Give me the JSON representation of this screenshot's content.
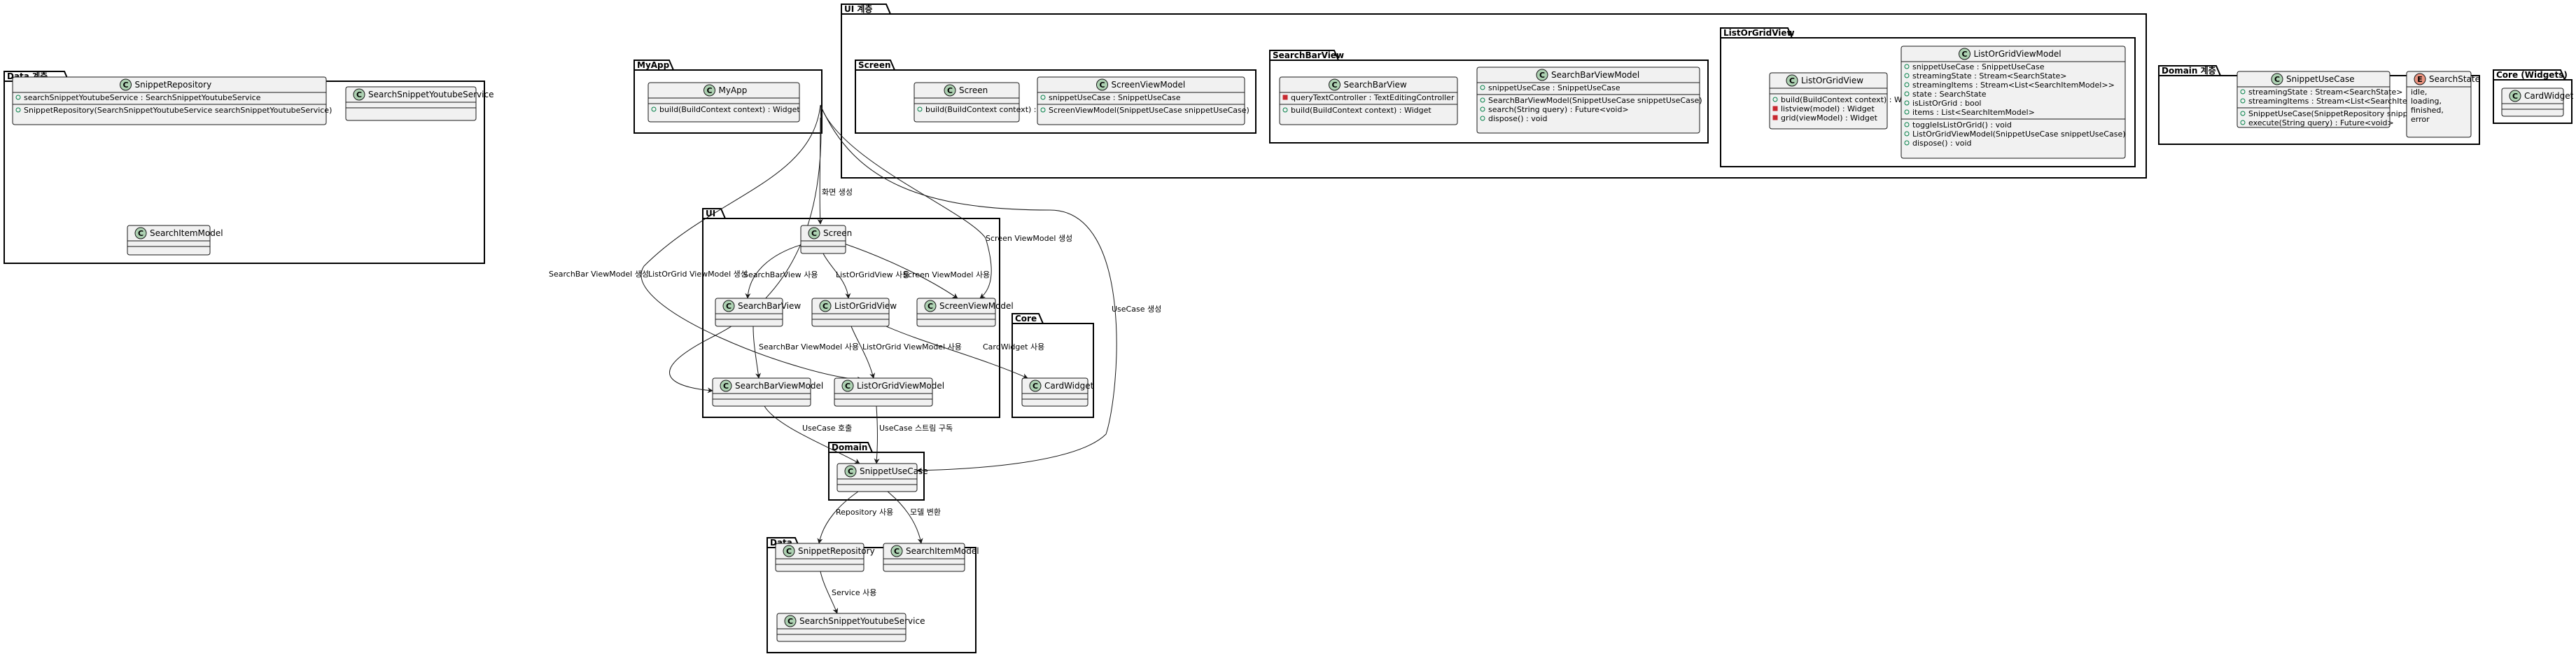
{
  "packages": [
    {
      "id": "data-layer",
      "title": "Data 계층"
    },
    {
      "id": "myapp",
      "title": "MyApp"
    },
    {
      "id": "ui-layer",
      "title": "UI 계층"
    },
    {
      "id": "screen-pkg",
      "title": "Screen"
    },
    {
      "id": "searchbarview-pkg",
      "title": "SearchBarView"
    },
    {
      "id": "listorgridview-pkg",
      "title": "ListOrGridView"
    },
    {
      "id": "domain-layer",
      "title": "Domain 계층"
    },
    {
      "id": "core-widgets",
      "title": "Core (Widgets)"
    },
    {
      "id": "ui",
      "title": "UI"
    },
    {
      "id": "core",
      "title": "Core"
    },
    {
      "id": "domain",
      "title": "Domain"
    },
    {
      "id": "data",
      "title": "Data"
    }
  ],
  "classes": [
    {
      "id": "d-snippetrepository",
      "name": "SnippetRepository",
      "kind": "C",
      "fields": [
        {
          "vis": "public",
          "text": "searchSnippetYoutubeService : SearchSnippetYoutubeService"
        }
      ],
      "methods": [
        {
          "vis": "public",
          "text": "SnippetRepository(SearchSnippetYoutubeService searchSnippetYoutubeService)"
        }
      ]
    },
    {
      "id": "d-searchsnippetyoutubeservice",
      "name": "SearchSnippetYoutubeService",
      "kind": "C",
      "fields": [],
      "methods": []
    },
    {
      "id": "d-searchitemmodel",
      "name": "SearchItemModel",
      "kind": "C",
      "fields": [],
      "methods": []
    },
    {
      "id": "m-myapp",
      "name": "MyApp",
      "kind": "C",
      "fields": [],
      "methods": [
        {
          "vis": "public",
          "text": "build(BuildContext context) : Widget"
        }
      ]
    },
    {
      "id": "u-screen",
      "name": "Screen",
      "kind": "C",
      "fields": [],
      "methods": [
        {
          "vis": "public",
          "text": "build(BuildContext context) : Widget"
        }
      ]
    },
    {
      "id": "u-screenviewmodel",
      "name": "ScreenViewModel",
      "kind": "C",
      "fields": [
        {
          "vis": "public",
          "text": "snippetUseCase : SnippetUseCase"
        }
      ],
      "methods": [
        {
          "vis": "public",
          "text": "ScreenViewModel(SnippetUseCase snippetUseCase)"
        }
      ]
    },
    {
      "id": "u-searchbarview",
      "name": "SearchBarView",
      "kind": "C",
      "fields": [
        {
          "vis": "private",
          "text": "queryTextController : TextEditingController"
        }
      ],
      "methods": [
        {
          "vis": "public",
          "text": "build(BuildContext context) : Widget"
        }
      ]
    },
    {
      "id": "u-searchbarviewmodel",
      "name": "SearchBarViewModel",
      "kind": "C",
      "fields": [
        {
          "vis": "public",
          "text": "snippetUseCase : SnippetUseCase"
        }
      ],
      "methods": [
        {
          "vis": "public",
          "text": "SearchBarViewModel(SnippetUseCase snippetUseCase)"
        },
        {
          "vis": "public",
          "text": "search(String query) : Future<void>"
        },
        {
          "vis": "public",
          "text": "dispose() : void"
        }
      ]
    },
    {
      "id": "u-listorgridview",
      "name": "ListOrGridView",
      "kind": "C",
      "fields": [],
      "methods": [
        {
          "vis": "public",
          "text": "build(BuildContext context) : Widget"
        },
        {
          "vis": "private",
          "text": "listview(model) : Widget"
        },
        {
          "vis": "private",
          "text": "grid(viewModel) : Widget"
        }
      ]
    },
    {
      "id": "u-listorgridviewmodel",
      "name": "ListOrGridViewModel",
      "kind": "C",
      "fields": [
        {
          "vis": "public",
          "text": "snippetUseCase : SnippetUseCase"
        },
        {
          "vis": "public",
          "text": "streamingState : Stream<SearchState>"
        },
        {
          "vis": "public",
          "text": "streamingItems : Stream<List<SearchItemModel>>"
        },
        {
          "vis": "public",
          "text": "state : SearchState"
        },
        {
          "vis": "public",
          "text": "isListOrGrid : bool"
        },
        {
          "vis": "public",
          "text": "items : List<SearchItemModel>"
        }
      ],
      "methods": [
        {
          "vis": "public",
          "text": "toggleIsListOrGrid() : void"
        },
        {
          "vis": "public",
          "text": "ListOrGridViewModel(SnippetUseCase snippetUseCase)"
        },
        {
          "vis": "public",
          "text": "dispose() : void"
        }
      ]
    },
    {
      "id": "dm-snippetusecase",
      "name": "SnippetUseCase",
      "kind": "C",
      "fields": [
        {
          "vis": "public",
          "text": "streamingState : Stream<SearchState>"
        },
        {
          "vis": "public",
          "text": "streamingItems : Stream<List<SearchItemModel>>"
        }
      ],
      "methods": [
        {
          "vis": "public",
          "text": "SnippetUseCase(SnippetRepository snippetRepository)"
        },
        {
          "vis": "public",
          "text": "execute(String query) : Future<void>"
        }
      ]
    },
    {
      "id": "dm-searchstate",
      "name": "SearchState",
      "kind": "E",
      "fields": [
        {
          "vis": "none",
          "text": "idle,"
        },
        {
          "vis": "none",
          "text": "loading,"
        },
        {
          "vis": "none",
          "text": "finished,"
        },
        {
          "vis": "none",
          "text": "error"
        }
      ],
      "methods": []
    },
    {
      "id": "cw-cardwidget",
      "name": "CardWidget",
      "kind": "C",
      "fields": [],
      "methods": []
    },
    {
      "id": "s-screen",
      "name": "Screen",
      "kind": "C",
      "fields": [],
      "methods": []
    },
    {
      "id": "s-searchbarview",
      "name": "SearchBarView",
      "kind": "C",
      "fields": [],
      "methods": []
    },
    {
      "id": "s-listorgridview",
      "name": "ListOrGridView",
      "kind": "C",
      "fields": [],
      "methods": []
    },
    {
      "id": "s-screenviewmodel",
      "name": "ScreenViewModel",
      "kind": "C",
      "fields": [],
      "methods": []
    },
    {
      "id": "s-searchbarviewmodel",
      "name": "SearchBarViewModel",
      "kind": "C",
      "fields": [],
      "methods": []
    },
    {
      "id": "s-listorgridviewmodel",
      "name": "ListOrGridViewModel",
      "kind": "C",
      "fields": [],
      "methods": []
    },
    {
      "id": "s-cardwidget",
      "name": "CardWidget",
      "kind": "C",
      "fields": [],
      "methods": []
    },
    {
      "id": "s-snippetusecase",
      "name": "SnippetUseCase",
      "kind": "C",
      "fields": [],
      "methods": []
    },
    {
      "id": "s-snippetrepository",
      "name": "SnippetRepository",
      "kind": "C",
      "fields": [],
      "methods": []
    },
    {
      "id": "s-searchitemmodel",
      "name": "SearchItemModel",
      "kind": "C",
      "fields": [],
      "methods": []
    },
    {
      "id": "s-searchsnippetyoutubeservice",
      "name": "SearchSnippetYoutubeService",
      "kind": "C",
      "fields": [],
      "methods": []
    }
  ],
  "edges": [
    {
      "id": "e-myapp-screen",
      "label": "화면 생성"
    },
    {
      "id": "e-myapp-searchbarvm",
      "label": "SearchBar ViewModel 생성"
    },
    {
      "id": "e-myapp-listvm",
      "label": "ListOrGrid ViewModel 생성"
    },
    {
      "id": "e-myapp-screenvm",
      "label": "Screen ViewModel 생성"
    },
    {
      "id": "e-myapp-usecase",
      "label": "UseCase 생성"
    },
    {
      "id": "e-screen-searchbarview",
      "label": "SearchBarView 사용"
    },
    {
      "id": "e-screen-listorgridview",
      "label": "ListOrGridView 사용"
    },
    {
      "id": "e-screen-screenvm",
      "label": "Screen ViewModel 사용"
    },
    {
      "id": "e-searchbarview-vm",
      "label": "SearchBar ViewModel 사용"
    },
    {
      "id": "e-listorgridview-vm",
      "label": "ListOrGrid ViewModel 사용"
    },
    {
      "id": "e-listorgridview-card",
      "label": "CardWidget 사용"
    },
    {
      "id": "e-searchbarvm-usecase",
      "label": "UseCase 호출"
    },
    {
      "id": "e-listvm-usecase",
      "label": "UseCase 스트림 구독"
    },
    {
      "id": "e-usecase-repo",
      "label": "Repository 사용"
    },
    {
      "id": "e-usecase-model",
      "label": "모델 변환"
    },
    {
      "id": "e-repo-service",
      "label": "Service 사용"
    }
  ]
}
